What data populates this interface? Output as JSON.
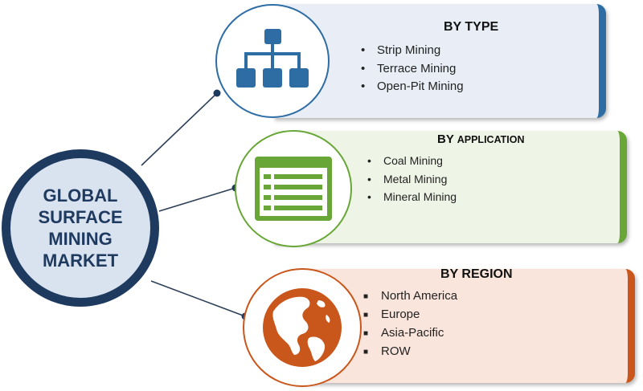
{
  "center": {
    "title_lines": [
      "GLOBAL",
      "SURFACE",
      "MINING",
      "MARKET"
    ]
  },
  "categories": [
    {
      "key": "type",
      "title_prefix": "BY ",
      "title_main": "TYPE",
      "icon": "hierarchy-icon",
      "accent": "#2e6da4",
      "bullet": "•",
      "items": [
        "Strip Mining",
        "Terrace Mining",
        "Open-Pit Mining"
      ]
    },
    {
      "key": "application",
      "title_prefix": "BY ",
      "title_main": "APPLICATION",
      "icon": "list-window-icon",
      "accent": "#68a637",
      "bullet": "•",
      "items": [
        "Coal Mining",
        "Metal Mining",
        "Mineral Mining"
      ]
    },
    {
      "key": "region",
      "title_prefix": "BY ",
      "title_main": "REGION",
      "icon": "globe-icon",
      "accent": "#c9561b",
      "bullet": "■",
      "items": [
        "North America",
        "Europe",
        "Asia-Pacific",
        "ROW"
      ]
    }
  ],
  "colors": {
    "center_border": "#1f3a5f",
    "center_fill": "#d9e2ef",
    "connector": "#1f3a5f"
  }
}
